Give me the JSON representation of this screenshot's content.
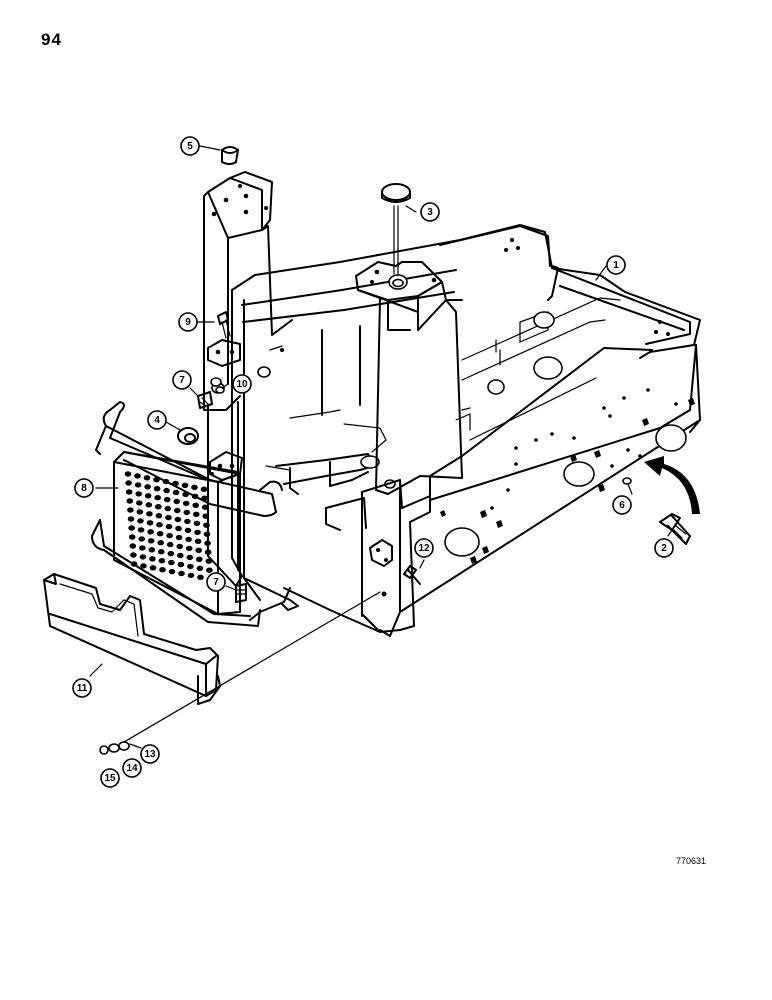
{
  "page": {
    "number": "94",
    "figure_id": "770631"
  },
  "callouts": [
    {
      "id": "c1",
      "label": "1"
    },
    {
      "id": "c2",
      "label": "2"
    },
    {
      "id": "c3",
      "label": "3"
    },
    {
      "id": "c4",
      "label": "4"
    },
    {
      "id": "c5",
      "label": "5"
    },
    {
      "id": "c6",
      "label": "6"
    },
    {
      "id": "c7a",
      "label": "7"
    },
    {
      "id": "c7b",
      "label": "7"
    },
    {
      "id": "c8",
      "label": "8"
    },
    {
      "id": "c9",
      "label": "9"
    },
    {
      "id": "c10",
      "label": "10"
    },
    {
      "id": "c11",
      "label": "11"
    },
    {
      "id": "c12",
      "label": "12"
    },
    {
      "id": "c13",
      "label": "13"
    },
    {
      "id": "c14",
      "label": "14"
    },
    {
      "id": "c15",
      "label": "15"
    }
  ]
}
